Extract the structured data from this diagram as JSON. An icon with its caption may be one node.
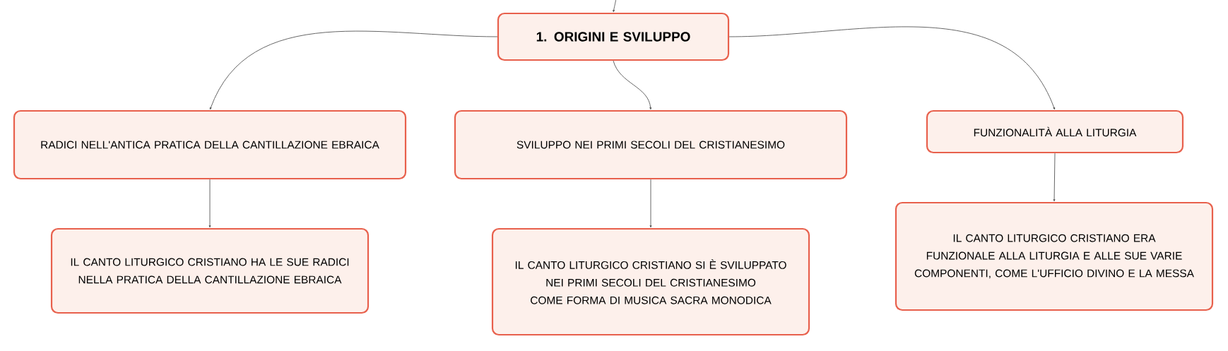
{
  "diagram": {
    "nodes": [
      {
        "text": [
          "1. ORIGINI E SVILUPPO"
        ]
      },
      {
        "text": [
          "RADICI NELL'ANTICA PRATICA DELLA CANTILLAZIONE EBRAICA"
        ]
      },
      {
        "text": [
          "SVILUPPO NEI PRIMI SECOLI DEL CRISTIANESIMO"
        ]
      },
      {
        "text": [
          "FUNZIONALITÀ ALLA LITURGIA"
        ]
      },
      {
        "text": [
          "IL CANTO LITURGICO CRISTIANO HA LE SUE RADICI NELLA PRATICA DELLA CANTILLAZIONE EBRAICA"
        ]
      },
      {
        "text": [
          "IL CANTO LITURGICO CRISTIANO SI È SVILUPPATO NEI PRIMI SECOLI DEL CRISTIANESIMO COME FORMA DI MUSICA SACRA MONODICA"
        ]
      },
      {
        "text": [
          "IL CANTO LITURGICO CRISTIANO ERA FUNZIONALE ALLA LITURGIA E ALLE SUE VARIE COMPONENTI, COME L'UFFICIO DIVINO E LA MESSA"
        ]
      }
    ],
    "edges": [
      {
        "from": null,
        "to": 0,
        "arrow": "to"
      },
      {
        "from": 0,
        "to": 1,
        "arrow": "to"
      },
      {
        "from": 0,
        "to": 2,
        "arrow": "to"
      },
      {
        "from": 0,
        "to": 3,
        "arrow": "to"
      },
      {
        "from": 1,
        "to": 4,
        "arrow": "to"
      },
      {
        "from": 2,
        "to": 5,
        "arrow": "to"
      },
      {
        "from": 3,
        "to": 6,
        "arrow": "to"
      }
    ]
  }
}
